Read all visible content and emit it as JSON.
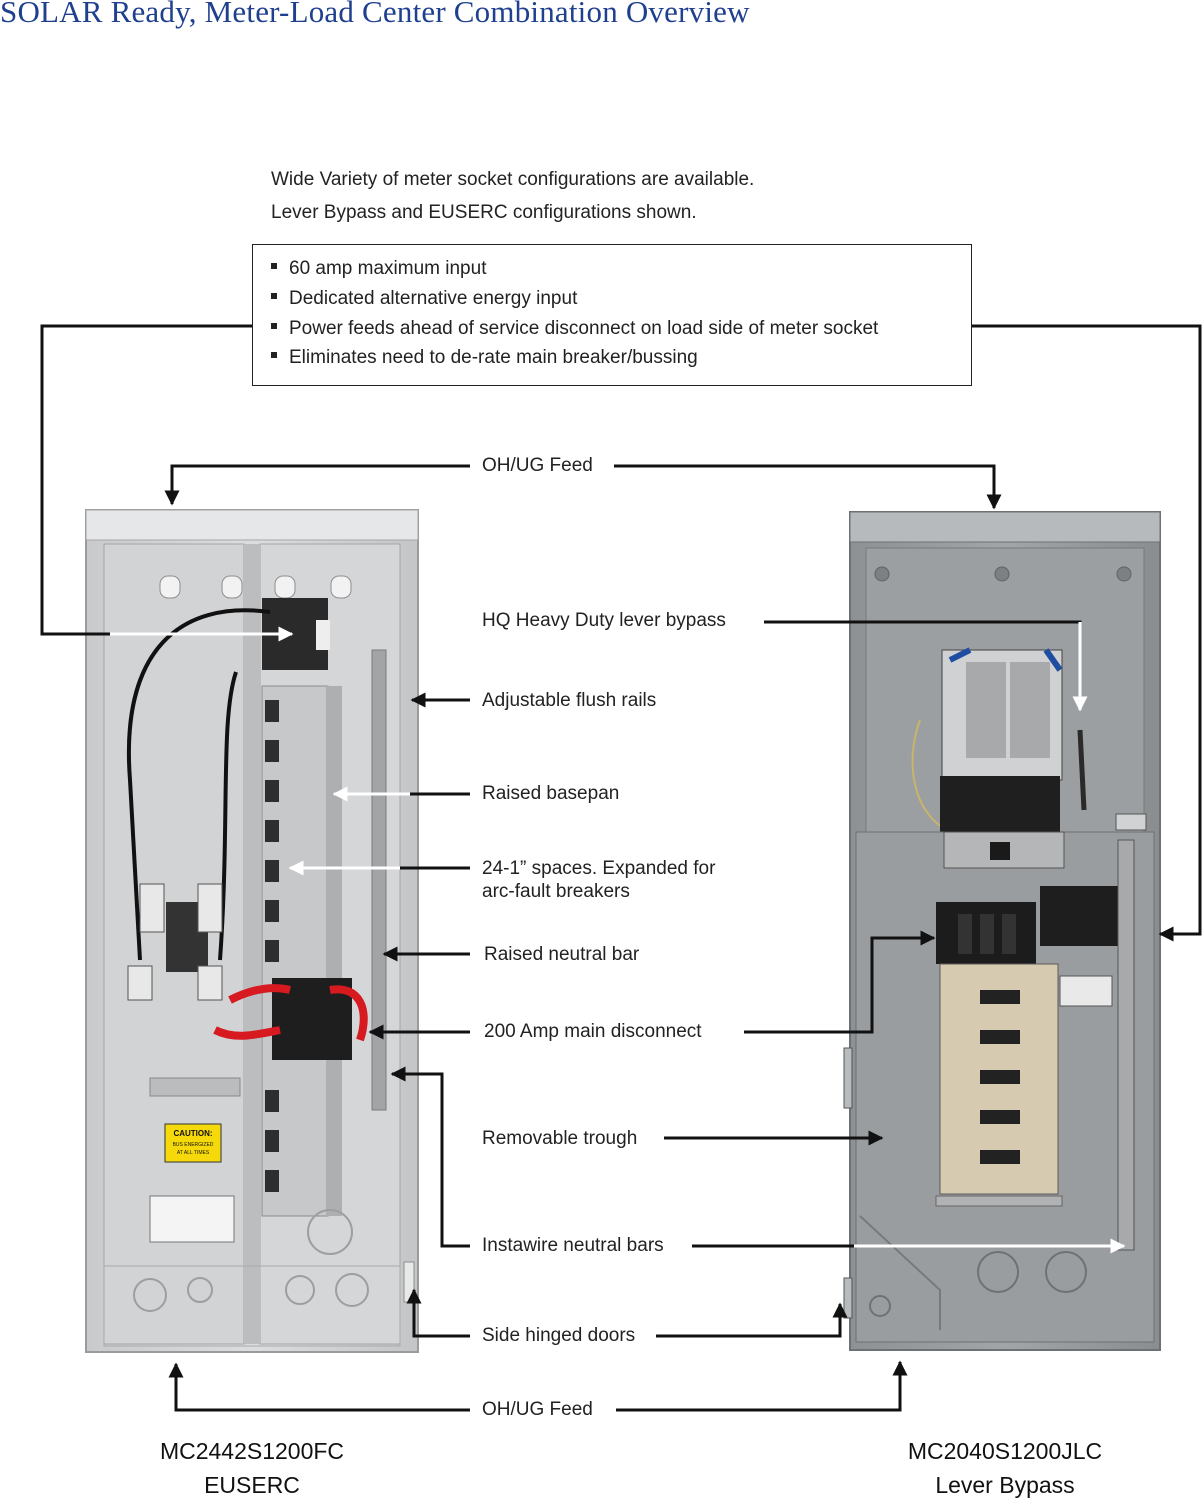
{
  "title": "SOLAR Ready, Meter-Load Center Combination Overview",
  "intro": {
    "line1": "Wide Variety of meter socket configurations are available.",
    "line2": "Lever Bypass and EUSERC configurations shown."
  },
  "features": [
    "60 amp maximum input",
    "Dedicated alternative energy input",
    "Power feeds ahead of service disconnect on load side of meter socket",
    "Eliminates need to de-rate main breaker/bussing"
  ],
  "callouts": {
    "feed_top": "OH/UG Feed",
    "lever_bypass": "HQ Heavy Duty lever bypass",
    "flush_rails": "Adjustable flush rails",
    "basepan": "Raised basepan",
    "spaces_line1": "24-1” spaces. Expanded for",
    "spaces_line2": "arc-fault breakers",
    "neutral_bar": "Raised neutral bar",
    "main_disconnect": "200 Amp main disconnect",
    "trough": "Removable trough",
    "instawire": "Instawire neutral bars",
    "doors": "Side hinged doors",
    "feed_bottom": "OH/UG Feed"
  },
  "products": {
    "left": {
      "model": "MC2442S1200FC",
      "type": "EUSERC",
      "caution_title": "CAUTION:",
      "caution_line1": "BUS ENERGIZED",
      "caution_line2": "AT ALL TIMES"
    },
    "right": {
      "model": "MC2040S1200JLC",
      "type": "Lever Bypass"
    }
  }
}
